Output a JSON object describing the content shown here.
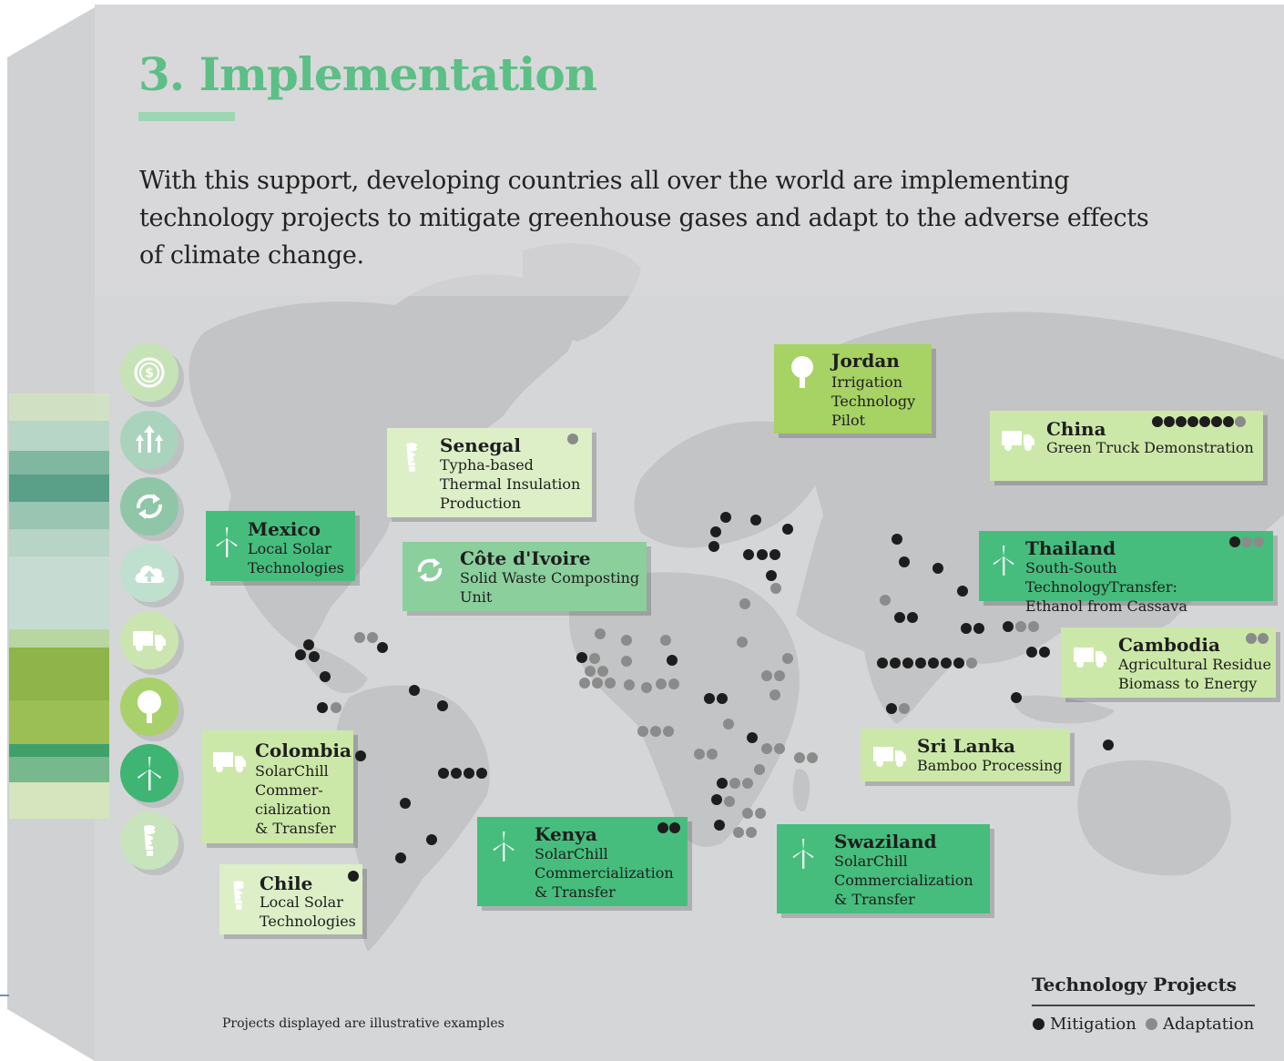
{
  "title": "3. Implementation",
  "intro": "With this support, developing countries all over the world are implementing technology projects to mitigate greenhouse gases and adapt to the adverse effects of climate change.",
  "colors": {
    "title_green": "#5cbf85",
    "card_dark": "#46bd7d",
    "card_mid": "#8bcf9d",
    "card_lime": "#a7d264",
    "card_pale": "#cce8a8",
    "mitigation_dot": "#1d1d1d",
    "adaptation_dot": "#8b8b8b"
  },
  "sidebar_icons": [
    "dollar-icon",
    "split-arrows-icon",
    "exchange-icon",
    "cloud-upload-icon",
    "truck-icon",
    "tree-icon",
    "wind-turbine-icon",
    "bulb-icon"
  ],
  "projects": {
    "jordan": {
      "name": "Jordan",
      "desc": "Irrigation\nTechnology\nPilot",
      "icon": "tree-icon",
      "mitigation": 0,
      "adaptation": 0
    },
    "china": {
      "name": "China",
      "desc": "Green Truck Demonstration",
      "icon": "truck-icon",
      "mitigation": 7,
      "adaptation": 1
    },
    "senegal": {
      "name": "Senegal",
      "desc": "Typha-based\nThermal Insulation\nProduction",
      "icon": "bulb-icon",
      "mitigation": 0,
      "adaptation": 1
    },
    "mexico": {
      "name": "Mexico",
      "desc": "Local Solar\nTechnologies",
      "icon": "wind-turbine-icon",
      "mitigation": 0,
      "adaptation": 0
    },
    "cote_divoire": {
      "name": "Côte d'Ivoire",
      "desc": "Solid Waste Composting\nUnit",
      "icon": "exchange-icon",
      "mitigation": 0,
      "adaptation": 0
    },
    "thailand": {
      "name": "Thailand",
      "desc": "South-South TechnologyTransfer:\nEthanol from Cassava",
      "icon": "wind-turbine-icon",
      "mitigation": 1,
      "adaptation": 2
    },
    "cambodia": {
      "name": "Cambodia",
      "desc": "Agricultural Residue\nBiomass to Energy",
      "icon": "truck-icon",
      "mitigation": 0,
      "adaptation": 2
    },
    "sri_lanka": {
      "name": "Sri Lanka",
      "desc": "Bamboo Processing",
      "icon": "truck-icon",
      "mitigation": 0,
      "adaptation": 0
    },
    "colombia": {
      "name": "Colombia",
      "desc": "SolarChill\nCommer-\ncialization\n& Transfer",
      "icon": "truck-icon",
      "mitigation": 0,
      "adaptation": 0
    },
    "chile": {
      "name": "Chile",
      "desc": "Local Solar\nTechnologies",
      "icon": "bulb-icon",
      "mitigation": 1,
      "adaptation": 0
    },
    "kenya": {
      "name": "Kenya",
      "desc": "SolarChill\nCommercialization\n& Transfer",
      "icon": "wind-turbine-icon",
      "mitigation": 2,
      "adaptation": 0
    },
    "swaziland": {
      "name": "Swaziland",
      "desc": "SolarChill\nCommercialization\n& Transfer",
      "icon": "wind-turbine-icon",
      "mitigation": 0,
      "adaptation": 0
    }
  },
  "footnote": "Projects displayed are illustrative examples",
  "legend": {
    "title": "Technology Projects",
    "mitigation": "Mitigation",
    "adaptation": "Adaptation"
  }
}
